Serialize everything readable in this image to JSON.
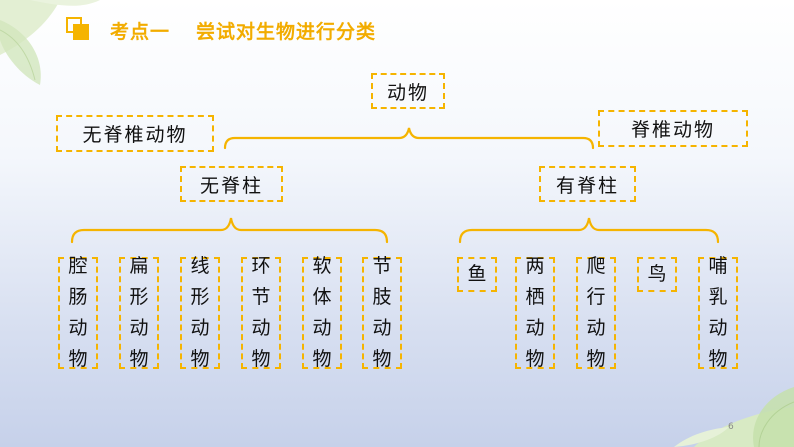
{
  "title": {
    "section": "考点一",
    "topic": "尝试对生物进行分类"
  },
  "root": "动物",
  "side_left": "无脊椎动物",
  "side_right": "脊椎动物",
  "branch_left": "无脊柱",
  "branch_right": "有脊柱",
  "invertebrates": [
    [
      "腔",
      "肠",
      "动",
      "物"
    ],
    [
      "扁",
      "形",
      "动",
      "物"
    ],
    [
      "线",
      "形",
      "动",
      "物"
    ],
    [
      "环",
      "节",
      "动",
      "物"
    ],
    [
      "软",
      "体",
      "动",
      "物"
    ],
    [
      "节",
      "肢",
      "动",
      "物"
    ]
  ],
  "vertebrates": [
    [
      "鱼"
    ],
    [
      "两",
      "栖",
      "动",
      "物"
    ],
    [
      "爬",
      "行",
      "动",
      "物"
    ],
    [
      "鸟"
    ],
    [
      "哺",
      "乳",
      "动",
      "物"
    ]
  ],
  "page_number": "6",
  "colors": {
    "accent": "#f5b400",
    "title": "#f2ac00",
    "leaf": "#dcecc6"
  }
}
